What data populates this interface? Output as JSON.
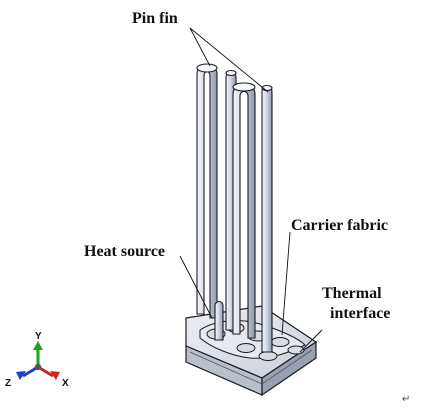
{
  "labels": {
    "pin_fin": "Pin fin",
    "carrier_fabric": "Carrier fabric",
    "heat_source": "Heat source",
    "thermal_line1": "Thermal",
    "thermal_line2": "interface"
  },
  "axes": {
    "y": "Y",
    "z": "Z",
    "x": "X"
  },
  "colors": {
    "x_axis": "#d62020",
    "y_axis": "#1aa51a",
    "z_axis": "#1f3fd0",
    "fin_fill": "#cfd5e0",
    "fin_shade": "#9aa3b4",
    "outline": "#1c1c1c"
  },
  "corner_mark": "↵"
}
